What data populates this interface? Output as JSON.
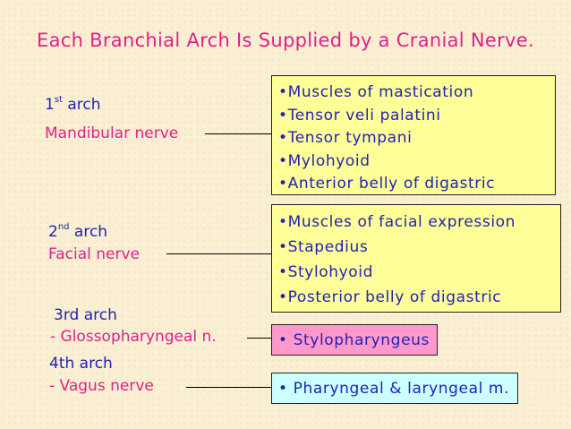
{
  "slide": {
    "title": "Each Branchial Arch Is Supplied by a Cranial Nerve."
  },
  "arches": [
    {
      "ordinal_number": "1",
      "ordinal_suffix": "st",
      "arch_word": "arch",
      "nerve": "Mandibular nerve",
      "box_color": "#ffff99",
      "muscles": [
        "•Muscles of mastication",
        "•Tensor veli palatini",
        "•Tensor tympani",
        "•Mylohyoid",
        "•Anterior belly of digastric"
      ]
    },
    {
      "ordinal_number": "2",
      "ordinal_suffix": "nd",
      "arch_word": "arch",
      "nerve": "Facial nerve",
      "box_color": "#ffff99",
      "muscles": [
        "•Muscles of facial expression",
        "•Stapedius",
        "•Stylohyoid",
        "•Posterior belly of digastric"
      ]
    },
    {
      "label": "3rd arch",
      "nerve": "- Glossopharyngeal n.",
      "box_color": "#ff99cc",
      "muscles": [
        "• Stylopharyngeus"
      ]
    },
    {
      "label": "4th arch",
      "nerve": "- Vagus nerve",
      "box_color": "#ccffff",
      "muscles": [
        "• Pharyngeal & laryngeal m."
      ]
    }
  ],
  "colors": {
    "title": "#e0208a",
    "arch_label": "#2222b4",
    "nerve_label": "#e0208a",
    "box_text": "#2222b4",
    "background": "#faefd2"
  }
}
